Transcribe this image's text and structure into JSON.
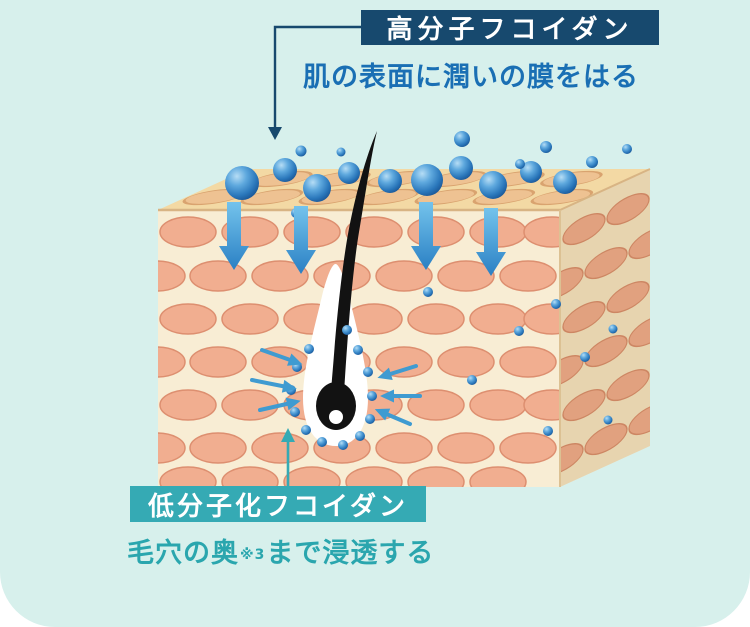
{
  "panel": {
    "bg": "#d7f0ec",
    "page_bg": "#ffffff"
  },
  "top_annotation": {
    "title": "高分子フコイダン",
    "title_bg": "#17496e",
    "title_color": "#ffffff",
    "caption": "肌の表面に潤いの膜をはる",
    "caption_color": "#1a6fb4"
  },
  "bottom_annotation": {
    "title": "低分子化フコイダン",
    "title_bg": "#35aab4",
    "title_color": "#ffffff",
    "caption_head": "毛穴の奥",
    "caption_ref": "※3",
    "caption_tail": "まで浸透する",
    "caption_color": "#2aa6ae"
  },
  "illustration": {
    "fucoidan_sphere_color": "#2d7fc0",
    "skin_surface_color": "#f3d9a4",
    "skin_front_color": "#f8edd4",
    "skin_side_color": "#f1e0bd",
    "cell_color": "#f1ae90",
    "cell_outline_color": "#dd8f70",
    "hair_color": "#121212",
    "follicle_sheath_color": "#ffffff",
    "absorb_arrow_color": "#3f97d4",
    "penetrate_arrow_color": "#3f9bd1"
  }
}
